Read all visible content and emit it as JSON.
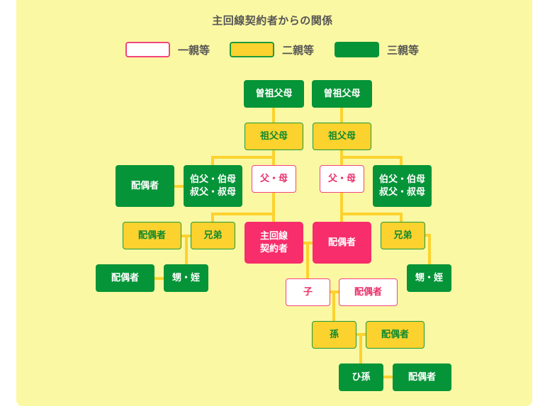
{
  "title": "主回線契約者からの関係",
  "legend": [
    {
      "label": "一親等",
      "degree": 1,
      "fill": "#ffffff",
      "border": "#f2457b"
    },
    {
      "label": "二親等",
      "degree": 2,
      "fill": "#fcd22e",
      "border": "#1f9a3a"
    },
    {
      "label": "三親等",
      "degree": 3,
      "fill": "#069438",
      "border": "#069438"
    }
  ],
  "colors": {
    "background": "#fbf8a3",
    "line": "#fcd22e",
    "self": "#f72d6c",
    "text_gray": "#555555"
  },
  "nodes": {
    "great_grandparents_left": {
      "label": "曽祖父母",
      "degree": 3
    },
    "great_grandparents_right": {
      "label": "曽祖父母",
      "degree": 3
    },
    "grandparents_left": {
      "label": "祖父母",
      "degree": 2
    },
    "grandparents_right": {
      "label": "祖父母",
      "degree": 2
    },
    "uncle_aunt_spouse_left": {
      "label": "配偶者",
      "degree": 3
    },
    "uncle_aunt_left": {
      "label": "伯父・伯母\n叔父・叔母",
      "degree": 3
    },
    "parents_left": {
      "label": "父・母",
      "degree": 1
    },
    "parents_right": {
      "label": "父・母",
      "degree": 1
    },
    "uncle_aunt_right": {
      "label": "伯父・伯母\n叔父・叔母",
      "degree": 3
    },
    "sibling_spouse_left": {
      "label": "配偶者",
      "degree": 2
    },
    "sibling_left": {
      "label": "兄弟",
      "degree": 2
    },
    "main_contractor": {
      "label": "主回線\n契約者",
      "degree": 0
    },
    "spouse": {
      "label": "配偶者",
      "degree": 0
    },
    "sibling_right": {
      "label": "兄弟",
      "degree": 2
    },
    "nephew_niece_spouse_left": {
      "label": "配偶者",
      "degree": 3
    },
    "nephew_niece_left": {
      "label": "甥・姪",
      "degree": 3
    },
    "nephew_niece_right": {
      "label": "甥・姪",
      "degree": 3
    },
    "child": {
      "label": "子",
      "degree": 1
    },
    "child_spouse": {
      "label": "配偶者",
      "degree": 1
    },
    "grandchild": {
      "label": "孫",
      "degree": 2
    },
    "grandchild_spouse": {
      "label": "配偶者",
      "degree": 2
    },
    "great_grandchild": {
      "label": "ひ孫",
      "degree": 3
    },
    "great_grandchild_spouse": {
      "label": "配偶者",
      "degree": 3
    }
  }
}
